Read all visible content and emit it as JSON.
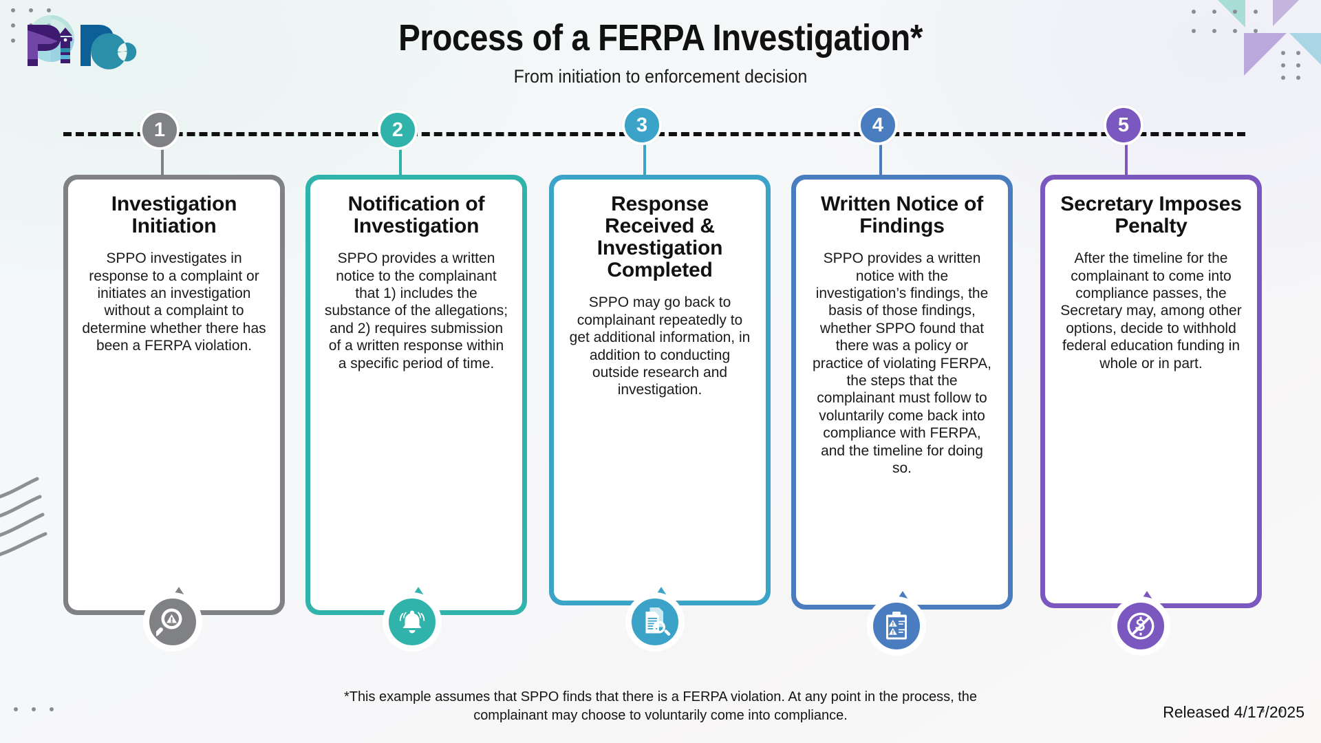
{
  "header": {
    "title": "Process of a FERPA Investigation*",
    "subtitle": "From initiation to enforcement decision",
    "logo_name": "pipc-logo"
  },
  "colors": {
    "step1": "#7F8184",
    "step2": "#2FB3AB",
    "step3": "#3BA3C7",
    "step4": "#4A7DBF",
    "step5": "#7B57C0",
    "dashline": "#111111",
    "card_text": "#1a1a1a"
  },
  "steps": [
    {
      "number": "1",
      "title": "Investigation Initiation",
      "body": "SPPO investigates in response to a complaint or initiates an investigation without a complaint to determine whether there has been a FERPA violation.",
      "icon": "magnifier-warning-icon",
      "color": "#7F8184"
    },
    {
      "number": "2",
      "title": "Notification of Investigation",
      "body": "SPPO provides a written notice to the complainant that 1) includes the substance of the allegations; and 2) requires submission of a written response within a specific period of time.",
      "icon": "bell-icon",
      "color": "#2FB3AB"
    },
    {
      "number": "3",
      "title": "Response Received & Investigation Completed",
      "body": "SPPO may go back to complainant repeatedly to get additional information, in addition to conducting outside research and investigation.",
      "icon": "documents-search-icon",
      "color": "#3BA3C7"
    },
    {
      "number": "4",
      "title": "Written Notice of Findings",
      "body": "SPPO provides a written notice with the investigation’s findings, the basis of those findings, whether SPPO found that there was a policy or practice of violating FERPA, the steps that the complainant must follow to voluntarily come back into compliance with FERPA, and the timeline for doing so.",
      "icon": "clipboard-warning-icon",
      "color": "#4A7DBF"
    },
    {
      "number": "5",
      "title": "Secretary Imposes Penalty",
      "body": "After the timeline for the complainant to come into compliance passes, the Secretary may, among other options, decide to withhold federal education funding in whole or in part.",
      "icon": "no-money-icon",
      "color": "#7B57C0"
    }
  ],
  "footnote": "*This example assumes that SPPO finds that there is a FERPA violation. At any point in the process, the complainant may choose to voluntarily come into compliance.",
  "released": "Released 4/17/2025"
}
